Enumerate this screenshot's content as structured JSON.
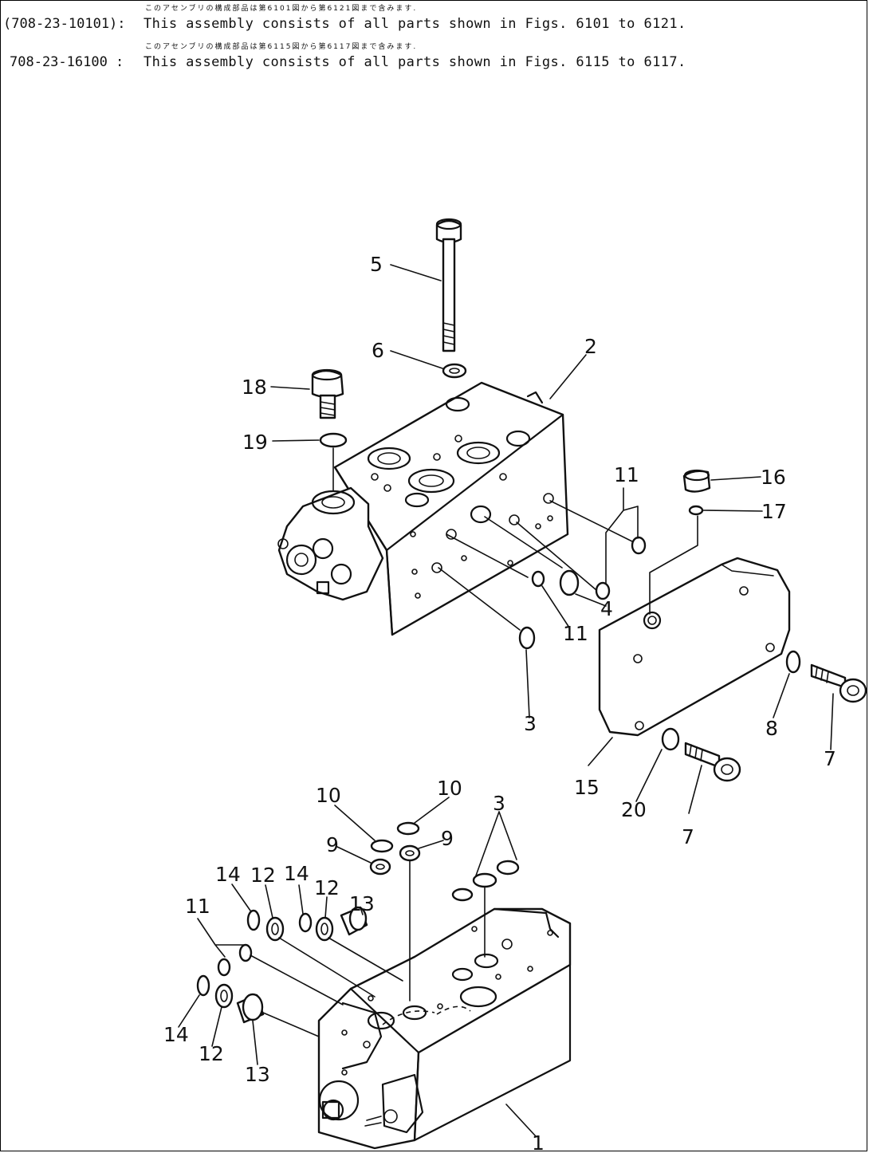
{
  "header": {
    "line1_jp": "このアセンブリの構成部品は第6101図から第6121図まで含みます.",
    "line1_code": "(708-23-10101):",
    "line1_text": "This assembly consists of all parts shown in Figs. 6101 to 6121.",
    "line2_jp": "このアセンブリの構成部品は第6115図から第6117図まで含みます.",
    "line2_code": "708-23-16100 :",
    "line2_text": "This assembly consists of all parts shown in Figs. 6115 to 6117."
  },
  "callouts": {
    "c5": "5",
    "c6": "6",
    "c2": "2",
    "c18": "18",
    "c19": "19",
    "c11a": "11",
    "c16": "16",
    "c17": "17",
    "c4": "4",
    "c11b": "11",
    "c3a": "3",
    "c8": "8",
    "c7a": "7",
    "c15": "15",
    "c20": "20",
    "c7b": "7",
    "c10a": "10",
    "c10b": "10",
    "c9a": "9",
    "c9b": "9",
    "c3b": "3",
    "c14a": "14",
    "c12a": "12",
    "c14b": "14",
    "c12b": "12",
    "c13a": "13",
    "c11c": "11",
    "c14c": "14",
    "c12c": "12",
    "c13b": "13",
    "c1": "1"
  }
}
